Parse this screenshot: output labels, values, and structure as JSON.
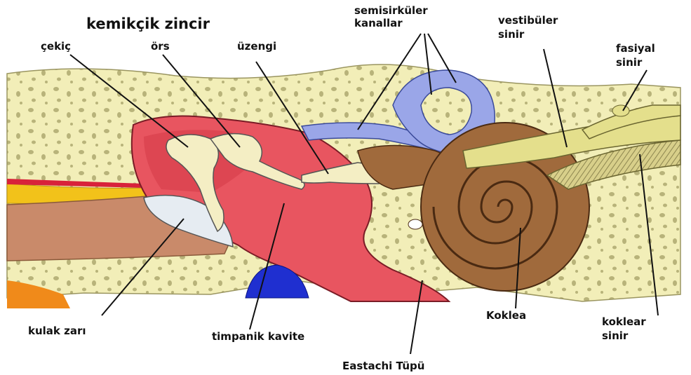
{
  "title": "kemikçik zincir",
  "colors": {
    "bone": "#f2eeb8",
    "bone_dots": "#b8b37a",
    "tympanic_cavity": "#e85560",
    "canal": "#c98a6a",
    "ossicles": "#f4eec4",
    "semicircular": "#9aa6e8",
    "cochlea": "#a06a3c",
    "nerve": "#e4df8c",
    "blue_vessel": "#1f2fd0",
    "orange": "#f08a1a",
    "lines": "#111111"
  },
  "labels": {
    "cekic": "çekiç",
    "ors": "örs",
    "uzengi": "üzengi",
    "semisirkuler_line1": "semisirküler",
    "semisirkuler_line2": "kanallar",
    "vestibuler_line1": "vestibüler",
    "vestibuler_line2": "sinir",
    "fasiyal_line1": "fasiyal",
    "fasiyal_line2": "sinir",
    "kulak_zari": "kulak zarı",
    "timpanik_kavite": "timpanik kavite",
    "eastachi_tupu": "Eastachi Tüpü",
    "koklea": "Koklea",
    "koklear_line1": "koklear",
    "koklear_line2": "sinir"
  }
}
